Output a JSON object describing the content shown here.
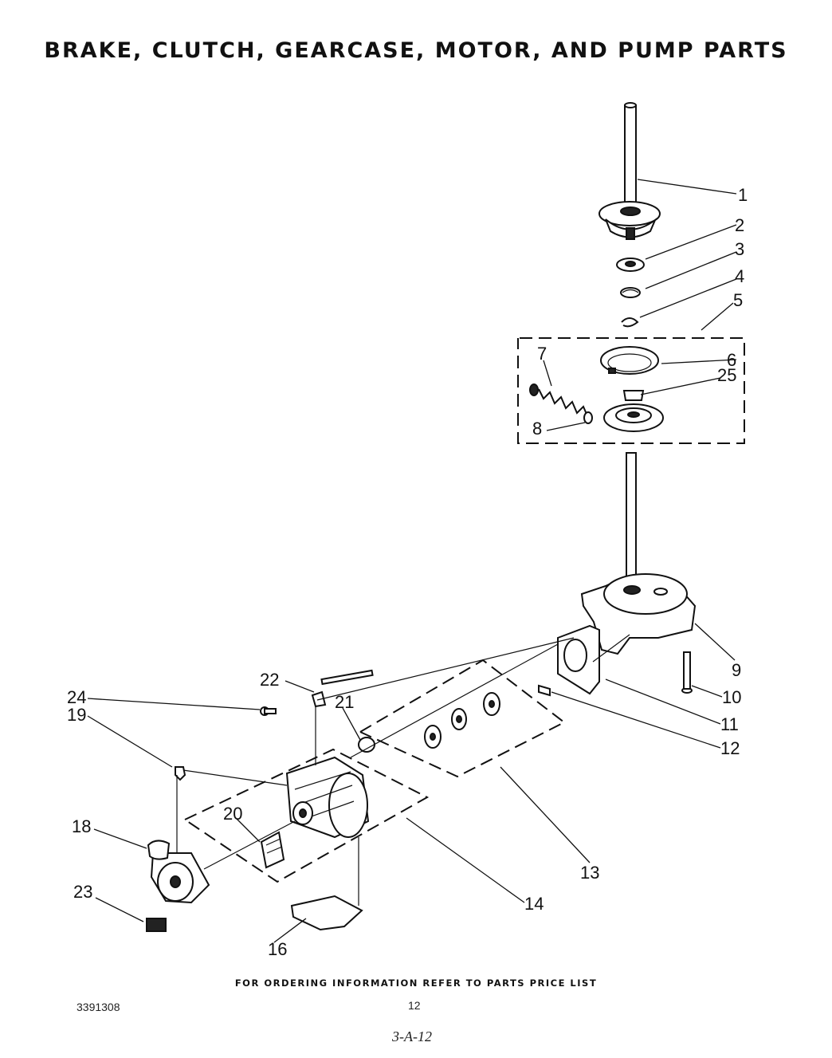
{
  "title": "BRAKE, CLUTCH, GEARCASE, MOTOR, AND PUMP PARTS",
  "callouts": {
    "c1": "1",
    "c2": "2",
    "c3": "3",
    "c4": "4",
    "c5": "5",
    "c6": "6",
    "c7": "7",
    "c8": "8",
    "c9": "9",
    "c10": "10",
    "c11": "11",
    "c12": "12",
    "c13": "13",
    "c14": "14",
    "c16": "16",
    "c18": "18",
    "c19": "19",
    "c20": "20",
    "c21": "21",
    "c22": "22",
    "c23": "23",
    "c24": "24",
    "c25": "25"
  },
  "footer": "FOR ORDERING INFORMATION REFER TO PARTS PRICE LIST",
  "doc_number": "3391308",
  "page_number": "12",
  "handwritten_ref": "3-A-12"
}
